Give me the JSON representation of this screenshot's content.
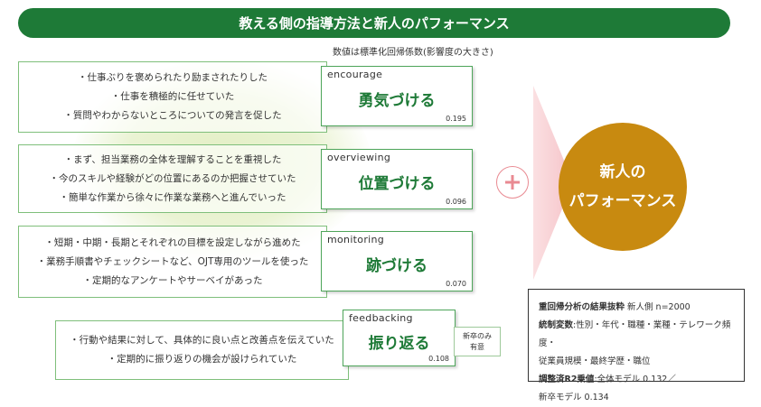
{
  "title": "教える側の指導方法と新人のパフォーマンス",
  "note": "数値は標準化回帰係数(影響度の大きさ)",
  "items": [
    {
      "lines": [
        "・仕事ぶりを褒められたり励まされたりした",
        "・仕事を積極的に任せていた",
        "・質問やわからないところについての発言を促した"
      ],
      "label_en": "encourage",
      "label_jp": "勇気づける",
      "value": "0.195"
    },
    {
      "lines": [
        "・まず、担当業務の全体を理解することを重視した",
        "・今のスキルや経験がどの位置にあるのか把握させていた",
        "・簡単な作業から徐々に作業な業務へと進んでいった"
      ],
      "label_en": "overviewing",
      "label_jp": "位置づける",
      "value": "0.096"
    },
    {
      "lines": [
        "・短期・中期・長期とそれぞれの目標を設定しながら進めた",
        "・業務手順書やチェックシートなど、OJT専用のツールを使った",
        "・定期的なアンケートやサーベイがあった"
      ],
      "label_en": "monitoring",
      "label_jp": "跡づける",
      "value": "0.070"
    },
    {
      "lines": [
        "・行動や結果に対して、具体的に良い点と改善点を伝えていた",
        "・定期的に振り返りの機会が設けられていた"
      ],
      "label_en": "feedbacking",
      "label_jp": "振り返る",
      "value": "0.108"
    }
  ],
  "small_note": {
    "line1": "新卒のみ",
    "line2": "有意"
  },
  "result": {
    "line1": "新人の",
    "line2": "パフォーマンス"
  },
  "info": {
    "line1_bold": "重回帰分析の結果抜粋",
    "line1_rest": " 新人側 n=2000",
    "line2_bold": "統制変数",
    "line2_rest": ":性別・年代・職種・業種・テレワーク頻度・",
    "line3": "従業員規模・最終学歴・職位",
    "line4_bold": "調整済R2乗値",
    "line4_rest": ":全体モデル 0.132／",
    "line5": "新卒モデル 0.134"
  },
  "colors": {
    "green": "#1e7a37",
    "border_green": "#4ea55a",
    "gold": "#c88a10",
    "pink": "#f7c8cc"
  },
  "icons": {
    "plus": "plus-icon",
    "arrow": "arrow-right-icon"
  }
}
